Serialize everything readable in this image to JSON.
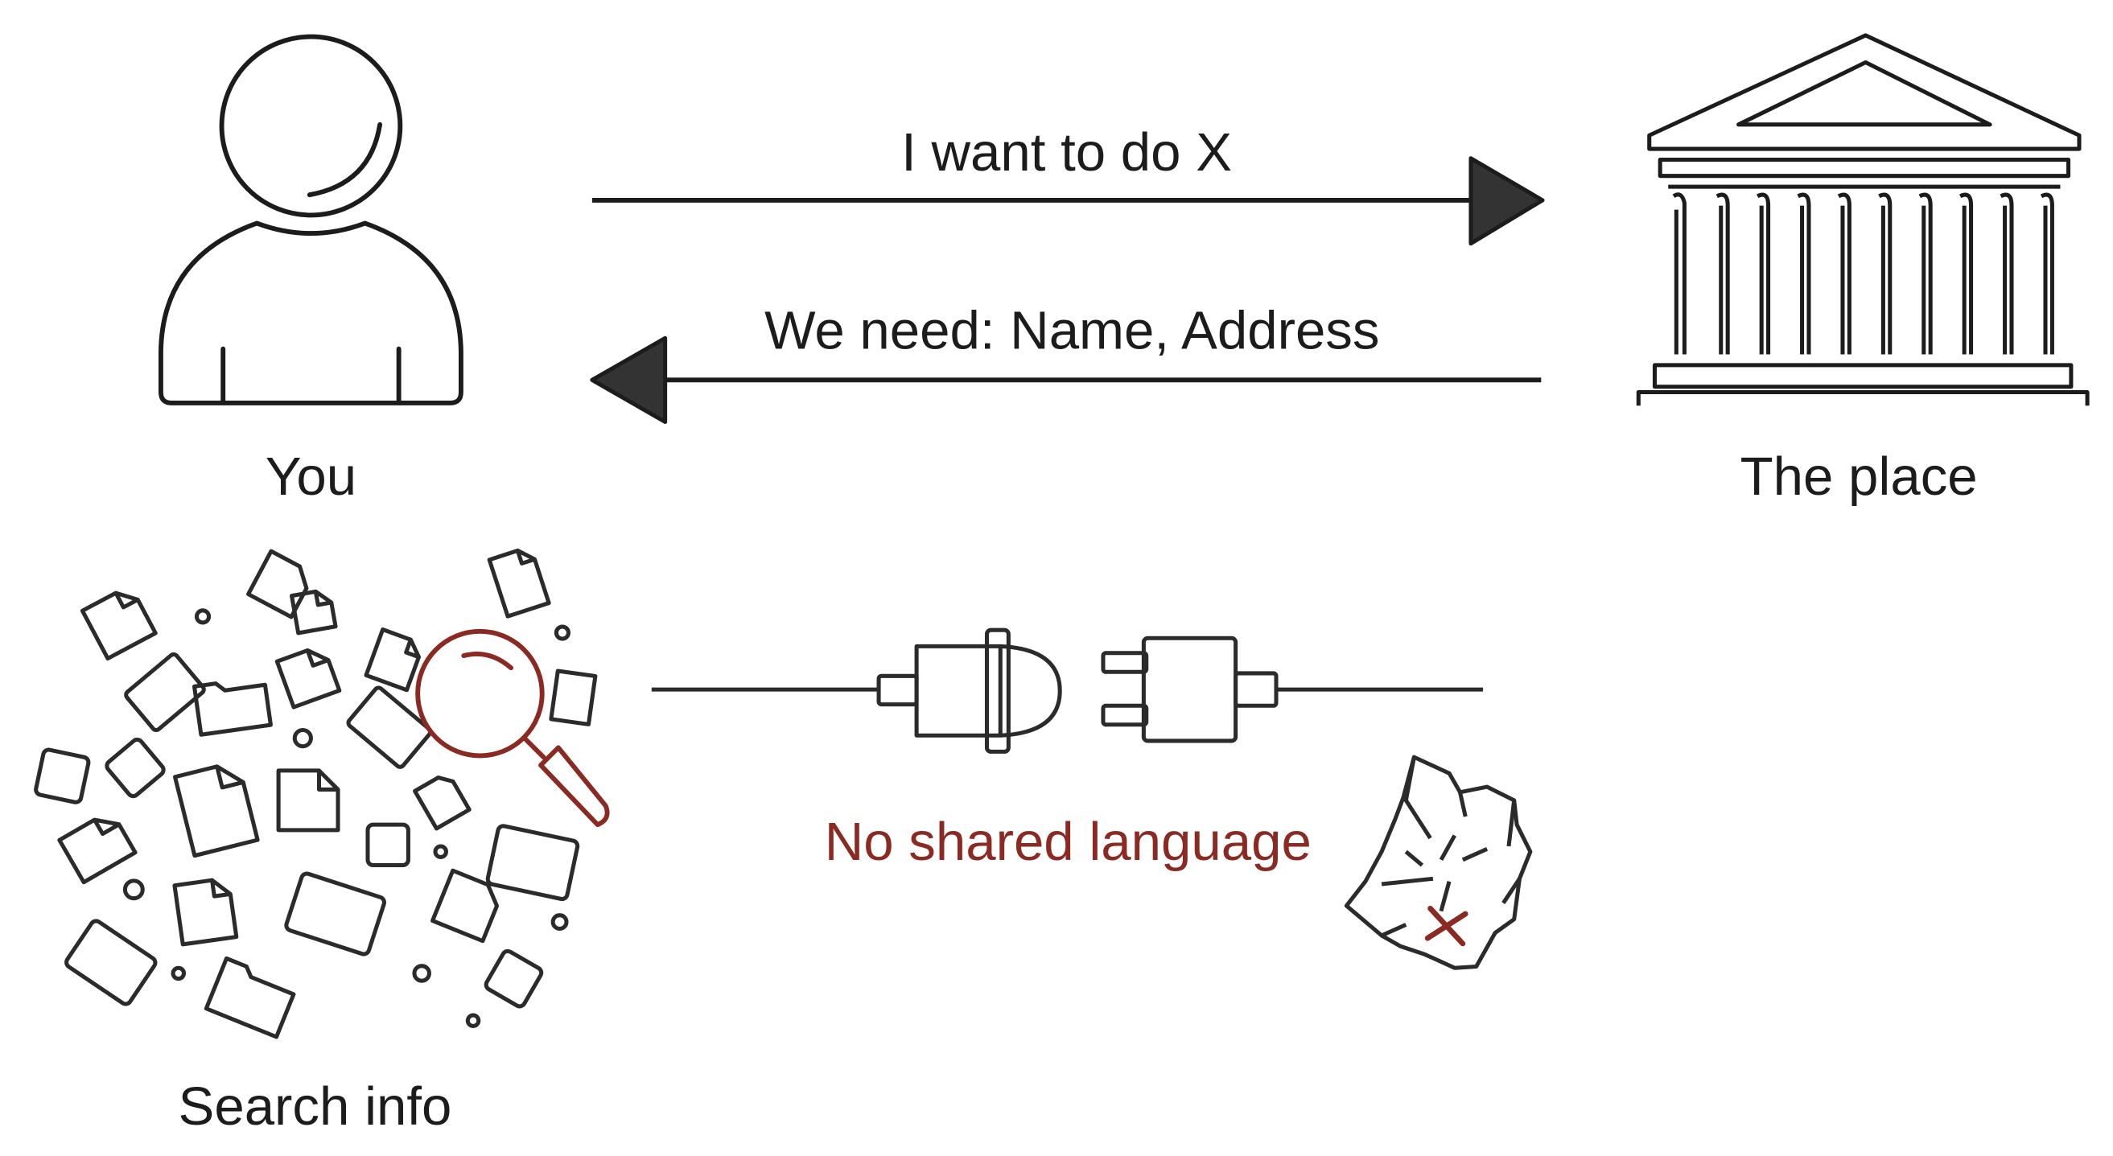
{
  "actors": {
    "you": {
      "label": "You"
    },
    "place": {
      "label": "The place"
    }
  },
  "messages": {
    "request": "I want to do X",
    "response": "We need: Name, Address"
  },
  "search": {
    "label": "Search info"
  },
  "mismatch": {
    "label": "No shared language"
  },
  "colors": {
    "ink": "#1c1c1c",
    "accent": "#8a2a23",
    "arrowhead": "#333333"
  },
  "icons": [
    "person-icon",
    "building-icon",
    "scattered-documents-icon",
    "magnifier-icon",
    "plug-icon",
    "socket-icon",
    "crumpled-paper-icon"
  ]
}
